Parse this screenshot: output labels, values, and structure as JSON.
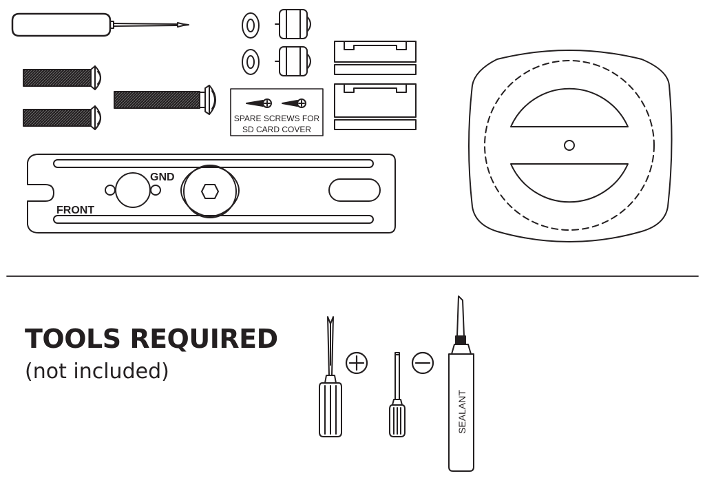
{
  "labels": {
    "spare_screws_line1": "SPARE SCREWS FOR",
    "spare_screws_line2": "SD CARD COVER",
    "gnd": "GND",
    "front": "FRONT",
    "sealant": "SEALANT"
  },
  "tools": {
    "title": "TOOLS REQUIRED",
    "subtitle": "(not included)"
  },
  "colors": {
    "ink": "#231f20",
    "paper": "#ffffff"
  },
  "icons": {
    "phillips": "phillips-symbol-icon",
    "slotted": "slotted-symbol-icon"
  }
}
